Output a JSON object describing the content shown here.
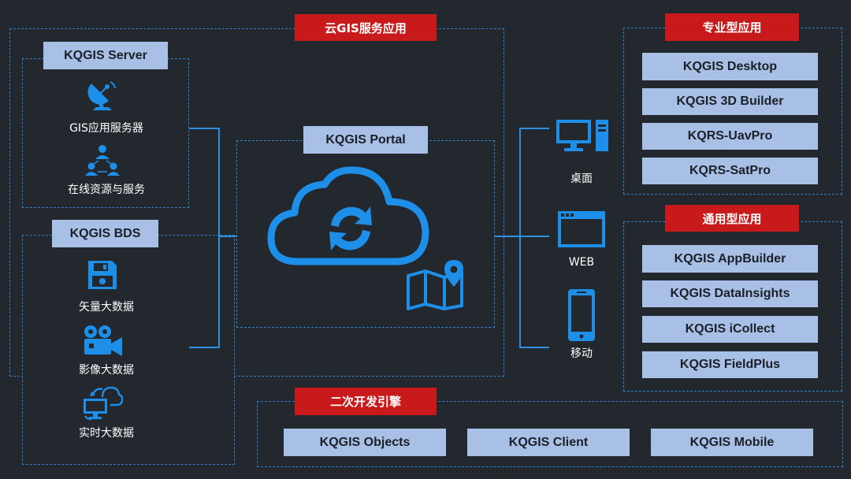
{
  "cloud_gis": {
    "title": "云GIS服务应用",
    "server": {
      "label": "KQGIS Server",
      "items": [
        "GIS应用服务器",
        "在线资源与服务"
      ]
    },
    "bds": {
      "label": "KQGIS BDS",
      "items": [
        "矢量大数据",
        "影像大数据",
        "实时大数据"
      ]
    },
    "portal": {
      "label": "KQGIS Portal"
    }
  },
  "clients": {
    "items": [
      "桌面",
      "WEB",
      "移动"
    ]
  },
  "professional": {
    "title": "专业型应用",
    "items": [
      "KQGIS Desktop",
      "KQGIS 3D Builder",
      "KQRS-UavPro",
      "KQRS-SatPro"
    ]
  },
  "general": {
    "title": "通用型应用",
    "items": [
      "KQGIS AppBuilder",
      "KQGIS DataInsights",
      "KQGIS iCollect",
      "KQGIS FieldPlus"
    ]
  },
  "dev_engine": {
    "title": "二次开发引擎",
    "items": [
      "KQGIS Objects",
      "KQGIS Client",
      "KQGIS Mobile"
    ]
  },
  "colors": {
    "background": "#23272e",
    "accent_red": "#c81a1a",
    "label_blue": "#a9c0e6",
    "icon_blue": "#1e8fe8",
    "dashed_border": "#2f7fc8"
  },
  "icons": [
    "satellite-dish-icon",
    "network-users-icon",
    "disk-icon",
    "video-camera-icon",
    "realtime-sync-icon",
    "cloud-sync-icon",
    "map-pin-icon",
    "desktop-pc-icon",
    "browser-window-icon",
    "mobile-phone-icon"
  ]
}
